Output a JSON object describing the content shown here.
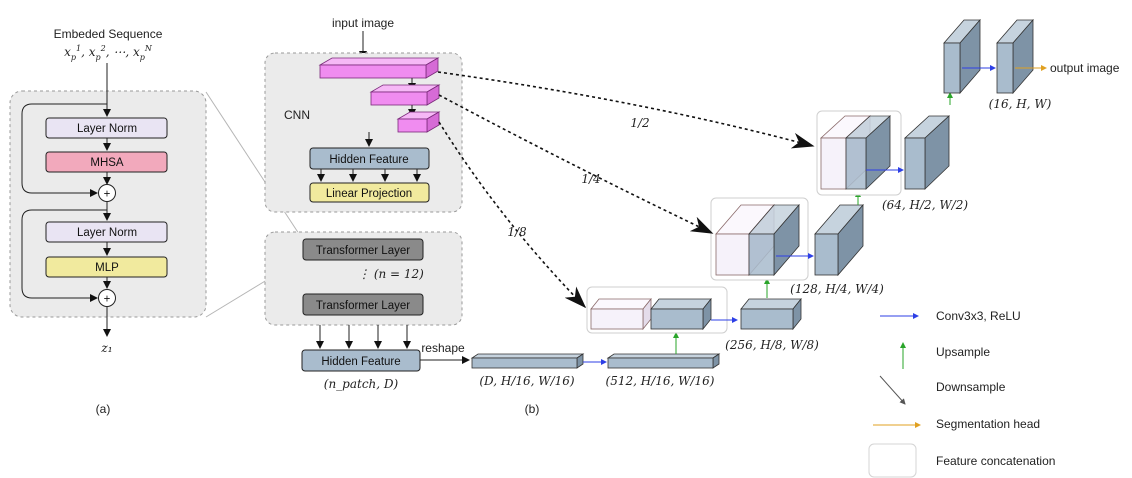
{
  "panel_a": {
    "embedded_title": "Embeded Sequence",
    "embedded_seq": "x_p^1, x_p^2, ⋯, x_p^N",
    "layer_norm_1": "Layer Norm",
    "mhsa": "MHSA",
    "layer_norm_2": "Layer Norm",
    "mlp": "MLP",
    "plus": "+",
    "output": "z₁",
    "caption": "(a)"
  },
  "panel_b": {
    "input_image": "input image",
    "cnn_label": "CNN",
    "hidden_feature_top": "Hidden Feature",
    "linear_projection": "Linear Projection",
    "transformer_layer_1": "Transformer Layer",
    "transformer_dots": "⋮ (n = 12)",
    "transformer_layer_2": "Transformer Layer",
    "hidden_feature_bottom": "Hidden Feature",
    "hidden_dims": "(n_patch, D)",
    "reshape": "reshape",
    "dim_d": "(D, H/16, W/16)",
    "dim_512": "(512, H/16, W/16)",
    "dim_256": "(256, H/8, W/8)",
    "dim_128": "(128, H/4, W/4)",
    "dim_64": "(64, H/2, W/2)",
    "dim_16": "(16, H, W)",
    "skip_half": "1/2",
    "skip_quarter": "1/4",
    "skip_eighth": "1/8",
    "output_image": "output image",
    "caption": "(b)"
  },
  "legend": {
    "conv": "Conv3x3, ReLU",
    "upsample": "Upsample",
    "downsample": "Downsample",
    "seghead": "Segmentation head",
    "concat": "Feature concatenation"
  },
  "colors": {
    "layer_norm": "#e9e4f3",
    "mhsa": "#f2a9bc",
    "mlp": "#f1ea9e",
    "hidden_feature": "#a9bccd",
    "transformer": "#8a8a8a",
    "cnn_magenta": "#f08cf0",
    "feature_block": "#a9bccd",
    "concat_light": "#f6f2fa",
    "panel_bg": "#ebebeb"
  }
}
